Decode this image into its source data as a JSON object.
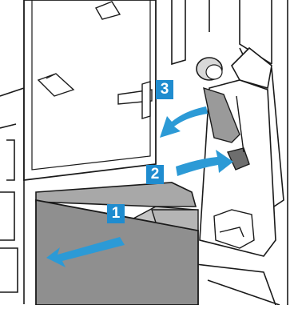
{
  "illustration": {
    "subject": "printer-jam-clearance",
    "colors": {
      "line": "#1a1a1a",
      "door_fill": "#ffffff",
      "tray_fill": "#a8a8a8",
      "tray_face": "#8f8f8f",
      "roller": "#d9d9d9",
      "lever": "#6e6e6e",
      "arrow": "#2c9ad6",
      "badge": "#1f8ccf",
      "badge_text": "#ffffff"
    }
  },
  "steps": [
    {
      "number": "1",
      "arrow": "pull-tray-out"
    },
    {
      "number": "2",
      "arrow": "push-lever-right"
    },
    {
      "number": "3",
      "arrow": "pull-paper-out"
    }
  ]
}
